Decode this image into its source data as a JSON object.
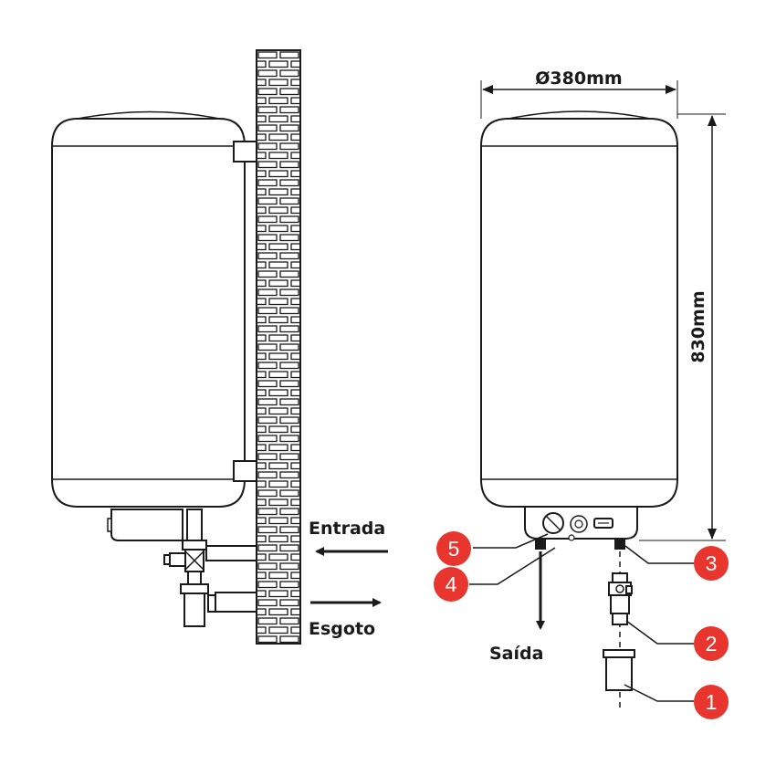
{
  "labels": {
    "entrada": "Entrada",
    "esgoto": "Esgoto",
    "saida": "Saída",
    "diameter": "Ø380mm",
    "height": "830mm"
  },
  "callouts": [
    "1",
    "2",
    "3",
    "4",
    "5"
  ],
  "colors": {
    "line": "#1a1a1a",
    "callout": "#e8352e",
    "background": "#ffffff"
  }
}
